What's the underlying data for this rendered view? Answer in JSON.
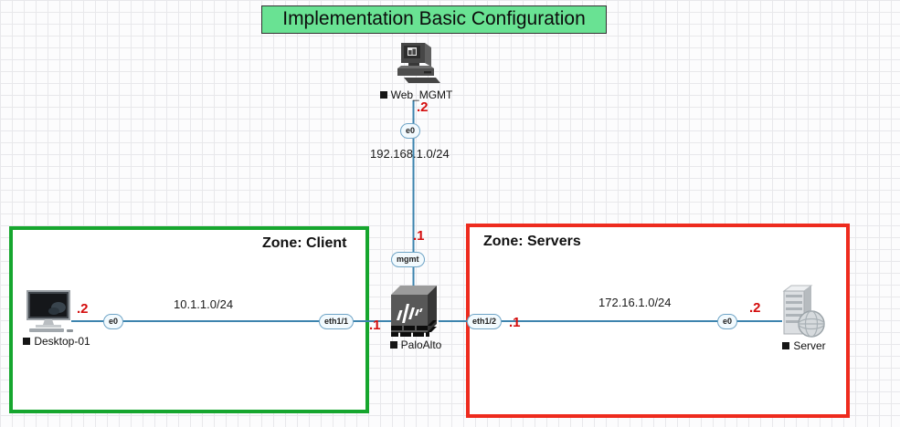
{
  "title": {
    "label": "Implementation Basic Configuration"
  },
  "zones": {
    "client": {
      "label": "Zone: Client",
      "border_color": "#16a62e"
    },
    "servers": {
      "label": "Zone: Servers",
      "border_color": "#ee2b1e"
    }
  },
  "nodes": {
    "web_mgmt": {
      "label": "Web_MGMT",
      "icon": "computer-icon"
    },
    "desktop": {
      "label": "Desktop-01",
      "icon": "monitor-icon"
    },
    "paloalto": {
      "label": "PaloAlto",
      "icon": "firewall-icon"
    },
    "server": {
      "label": "Server",
      "icon": "server-globe-icon"
    }
  },
  "networks": {
    "mgmt": "192.168.1.0/24",
    "client": "10.1.1.0/24",
    "servers": "172.16.1.0/24"
  },
  "interfaces": {
    "web_e0": "e0",
    "fw_mgmt": "mgmt",
    "desktop_e0": "e0",
    "fw_eth11": "eth1/1",
    "fw_eth12": "eth1/2",
    "server_e0": "e0"
  },
  "ip_suffixes": {
    "web": ".2",
    "fw_mgmt": ".1",
    "desktop": ".2",
    "fw_eth11": ".1",
    "fw_eth12": ".1",
    "server": ".2"
  },
  "colors": {
    "title_bg": "#69e293",
    "link": "#3d84ae",
    "ip_label": "#d40d0d",
    "zone_client_border": "#16a62e",
    "zone_servers_border": "#ee2b1e",
    "grid_line": "#e8e8eb"
  }
}
